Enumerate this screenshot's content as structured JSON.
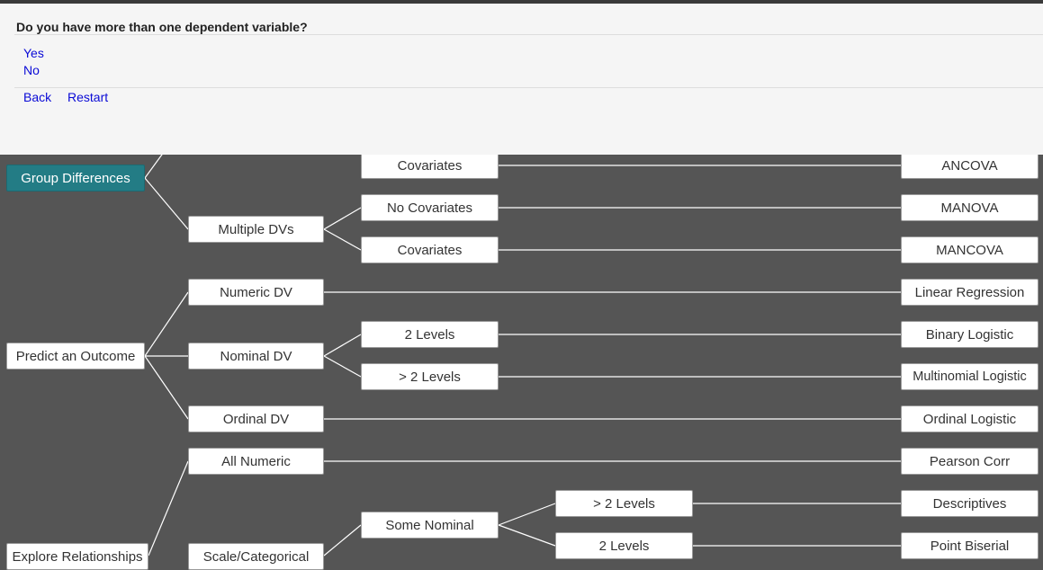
{
  "panel": {
    "question": "Do you have more than one dependent variable?",
    "options": [
      "Yes",
      "No"
    ],
    "nav": {
      "back": "Back",
      "restart": "Restart"
    }
  },
  "colors": {
    "background": "#555555",
    "active_node": "#237c85",
    "link": "#0a0ad6",
    "edge": "#ffffff"
  },
  "tree": {
    "nodes": {
      "group_differences": "Group Differences",
      "predict_outcome": "Predict an Outcome",
      "explore_relationships": "Explore Relationships",
      "multiple_dvs": "Multiple DVs",
      "numeric_dv": "Numeric DV",
      "nominal_dv": "Nominal DV",
      "ordinal_dv": "Ordinal DV",
      "all_numeric": "All Numeric",
      "scale_categorical": "Scale/Categorical",
      "covariates_1": "Covariates",
      "no_covariates": "No Covariates",
      "covariates_2": "Covariates",
      "two_levels": "2 Levels",
      "more_levels": "> 2 Levels",
      "some_nominal": "Some Nominal",
      "some_nominal_more": "> 2 Levels",
      "some_nominal_two": "2 Levels",
      "ancova": "ANCOVA",
      "manova": "MANOVA",
      "mancova": "MANCOVA",
      "linear_regression": "Linear Regression",
      "binary_logistic": "Binary Logistic",
      "multinomial_logistic": "Multinomial Logistic",
      "ordinal_logistic": "Ordinal Logistic",
      "pearson_corr": "Pearson Corr",
      "descriptives": "Descriptives",
      "point_biserial": "Point Biserial"
    },
    "active": "group_differences"
  }
}
